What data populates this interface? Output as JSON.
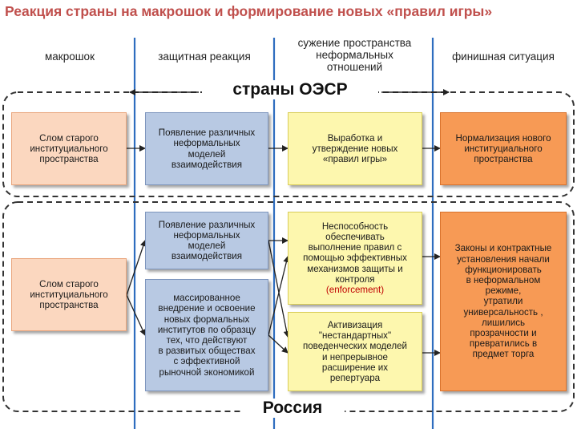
{
  "title": "Реакция страны на макрошок и формирование новых «правил игры»",
  "columns": [
    {
      "label": "макрошок"
    },
    {
      "label": "защитная реакция"
    },
    {
      "label_lines": [
        "сужение пространства",
        "неформальных",
        "отношений"
      ]
    },
    {
      "label": "финишная ситуация"
    }
  ],
  "oecd": {
    "label": "страны ОЭСР",
    "box1": [
      "Слом старого",
      "институциального",
      "пространства"
    ],
    "box2": [
      "Появление различных",
      "неформальных",
      "моделей",
      "взаимодействия"
    ],
    "box3": [
      "Выработка и",
      "утверждение новых",
      "«правил игры»"
    ],
    "box4": [
      "Нормализация нового",
      "институциального",
      "пространства"
    ]
  },
  "russia": {
    "label": "Россия",
    "box1": [
      "Слом старого",
      "институциального",
      "пространства"
    ],
    "box2a": [
      "Появление различных",
      "неформальных",
      "моделей",
      "взаимодействия"
    ],
    "box2b": [
      "массированное",
      "внедрение и освоение",
      "новых формальных",
      "институтов по образцу",
      "тех, что действуют",
      "в развитых обществах",
      "с эффективной",
      "рыночной экономикой"
    ],
    "box3a": [
      "Неспособность",
      "обеспечивать",
      "выполнение правил с",
      "помощью эффективных",
      "механизмов защиты и",
      "контроля"
    ],
    "box3a_note": "(enforcement)",
    "box3b": [
      "Активизация",
      "\"нестандартных\"",
      "поведенческих моделей",
      "и непрерывное",
      "расширение их",
      "репертуара"
    ],
    "box4": [
      "Законы и контрактные",
      "установления начали",
      "функционировать",
      "в неформальном",
      "режиме,",
      "утратили",
      "универсальность ,",
      "лишились",
      "прозрачности и",
      "превратились в",
      "предмет торга"
    ]
  },
  "colors": {
    "title": "#c0504d",
    "peach": "#fbd7bf",
    "blue": "#b8c9e3",
    "yellow": "#fdf7ae",
    "orange": "#f79a55",
    "enforcement": "#c00000"
  }
}
